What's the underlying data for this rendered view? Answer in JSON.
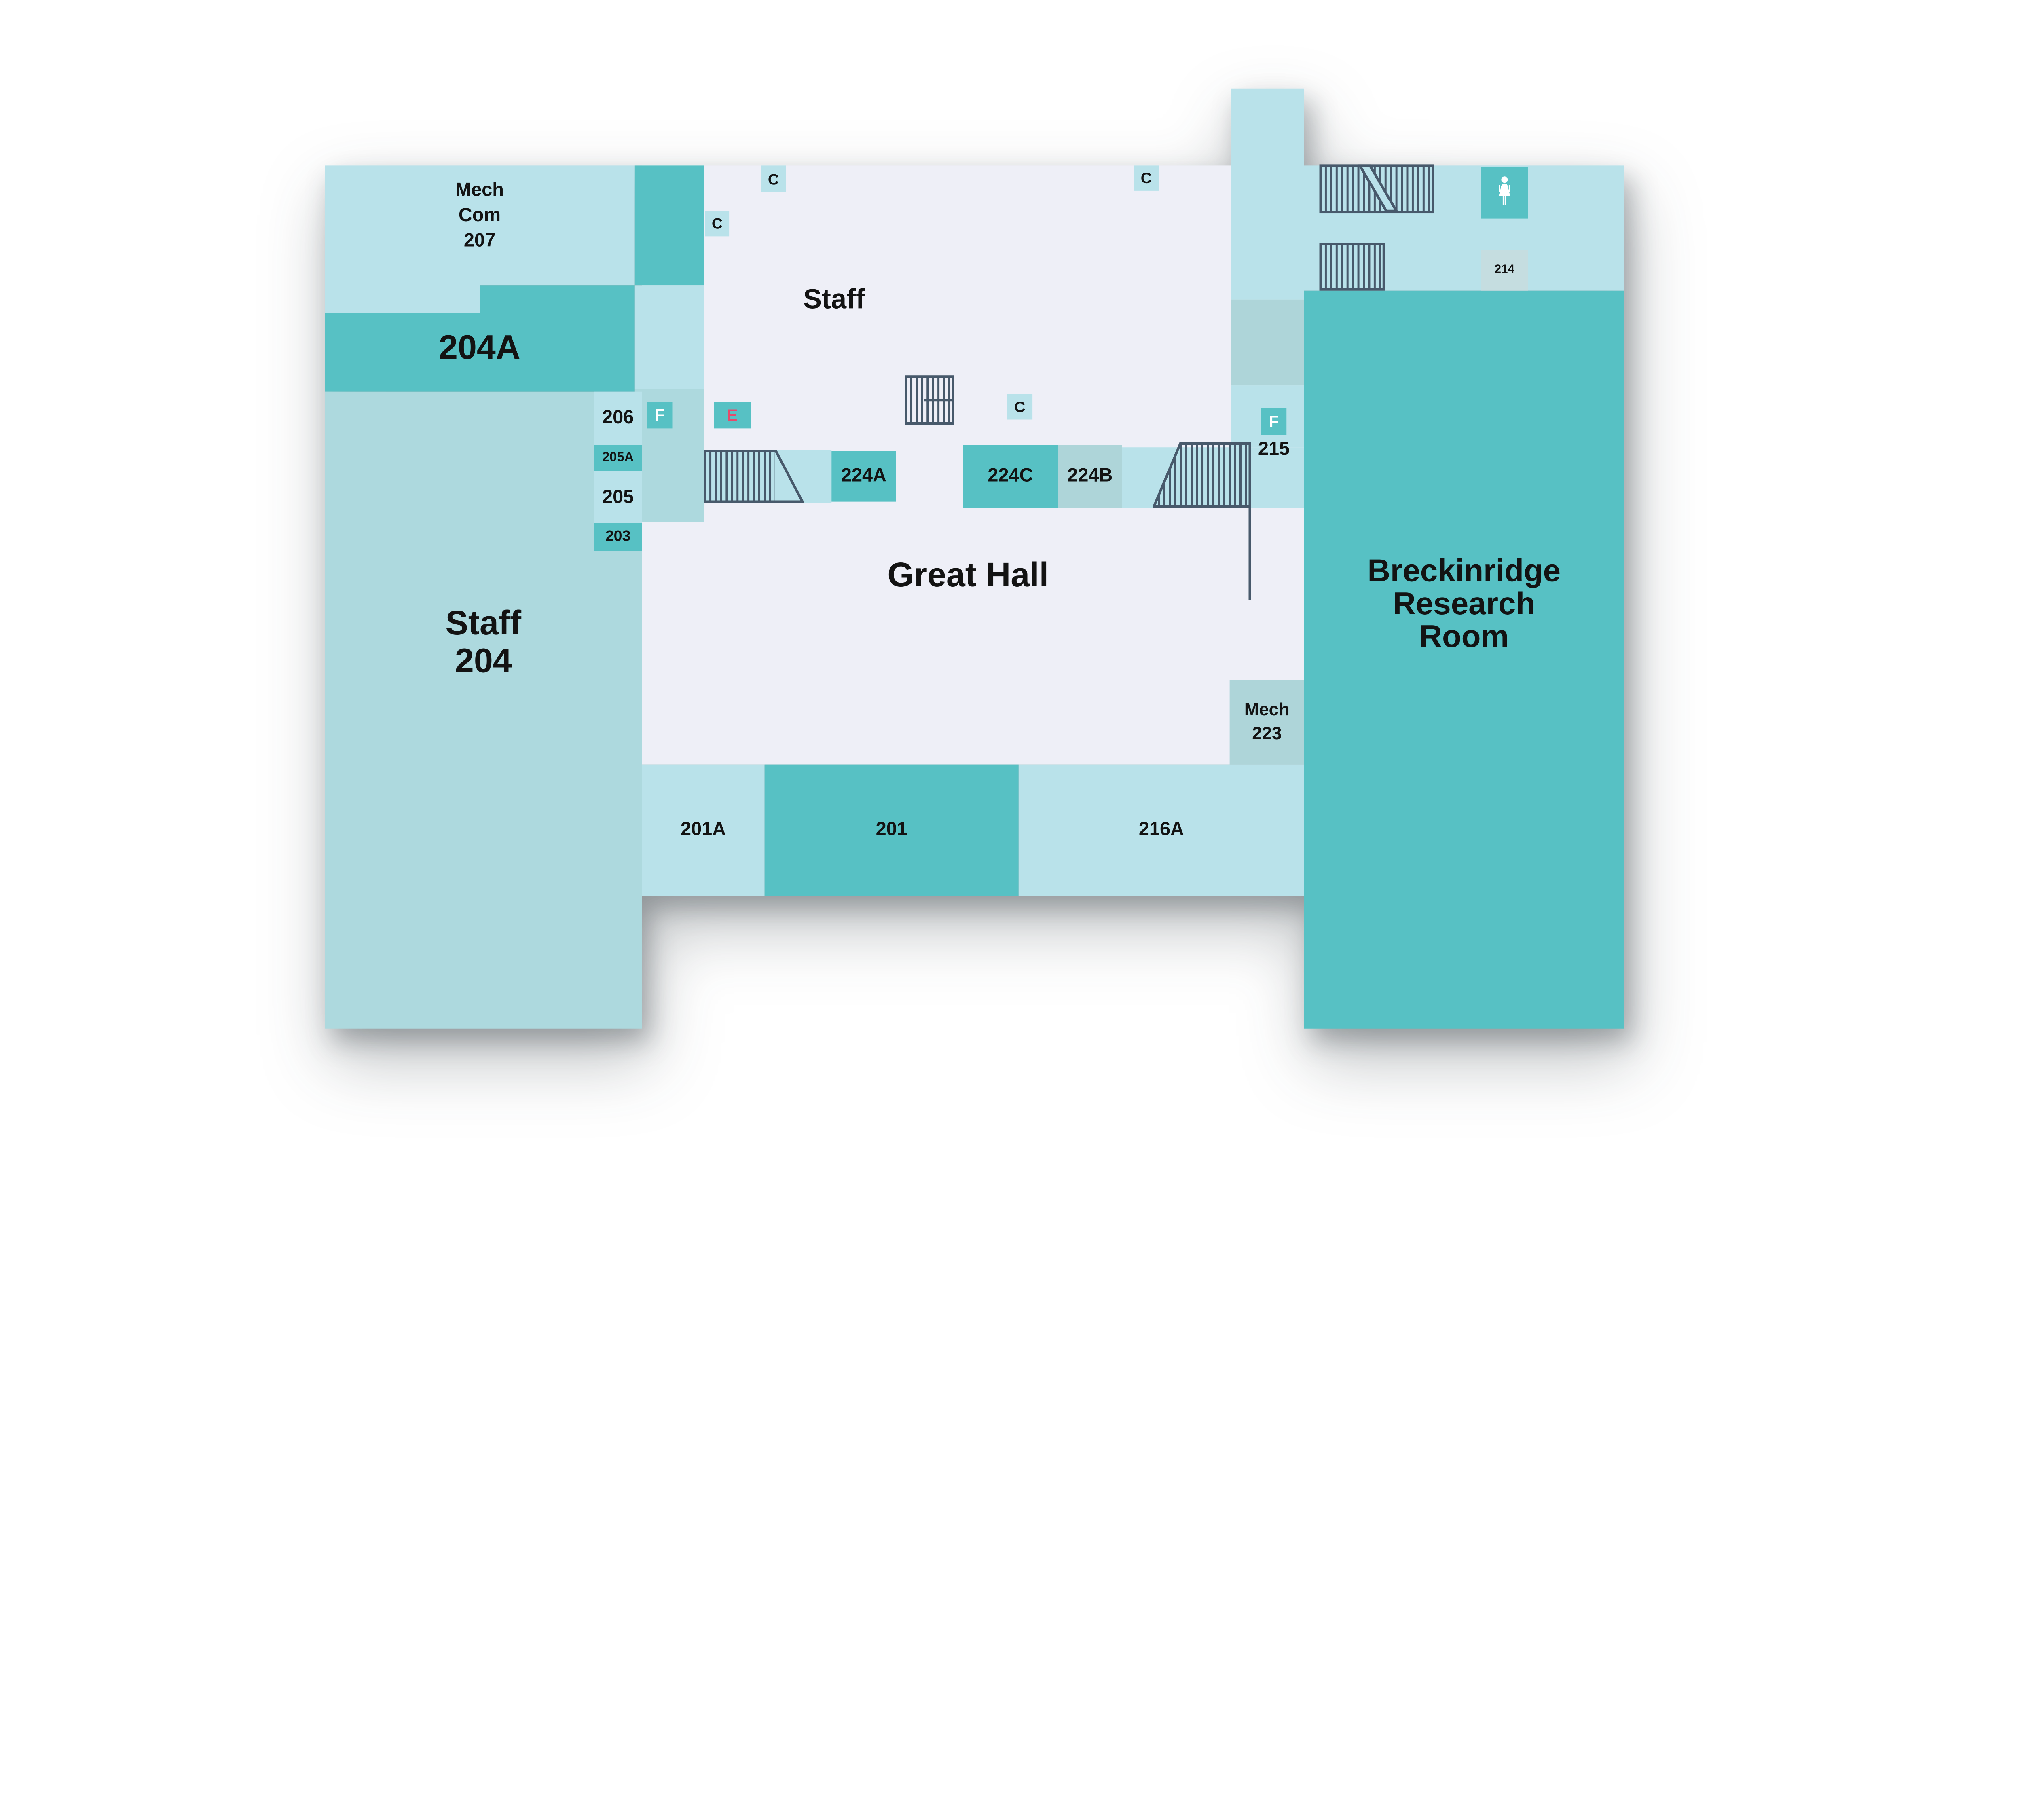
{
  "colors": {
    "teal": "#57C1C4",
    "light_blue": "#B9E2EA",
    "pale_gray": "#ADD9DE",
    "gray_teal": "#AED5D9",
    "door_gray": "#C5DDE0",
    "lavender": "#EEEFF7",
    "slate": "#47596B",
    "elevator_pink": "#E84A6B",
    "ink": "#131313",
    "background": "#FFFFFF"
  },
  "rooms": {
    "mech_com_207": {
      "lines": [
        "Mech",
        "Com",
        "207"
      ]
    },
    "room_204a": {
      "label": "204A"
    },
    "staff_204": {
      "lines": [
        "Staff",
        "204"
      ]
    },
    "room_206": {
      "label": "206"
    },
    "room_205a": {
      "label": "205A"
    },
    "room_205": {
      "label": "205"
    },
    "room_203": {
      "label": "203"
    },
    "staff_area": {
      "label": "Staff"
    },
    "great_hall": {
      "label": "Great Hall"
    },
    "room_224a": {
      "label": "224A"
    },
    "room_224c": {
      "label": "224C"
    },
    "room_224b": {
      "label": "224B"
    },
    "room_215": {
      "label": "215"
    },
    "room_214": {
      "label": "214"
    },
    "mech_223": {
      "lines": [
        "Mech",
        "223"
      ]
    },
    "room_201a": {
      "label": "201A"
    },
    "room_201": {
      "label": "201"
    },
    "room_216a": {
      "label": "216A"
    },
    "breckinridge": {
      "lines": [
        "Breckinridge",
        "Research",
        "Room"
      ]
    }
  },
  "badges": {
    "c1": {
      "label": "C"
    },
    "c2": {
      "label": "C"
    },
    "c3": {
      "label": "C"
    },
    "c4": {
      "label": "C"
    },
    "e1": {
      "label": "E"
    },
    "f1": {
      "label": "F"
    },
    "f2": {
      "label": "F"
    }
  },
  "icons": {
    "womens_restroom": "woman-icon",
    "stairs": "stairs-icon",
    "escalator": "escalator-icon"
  }
}
